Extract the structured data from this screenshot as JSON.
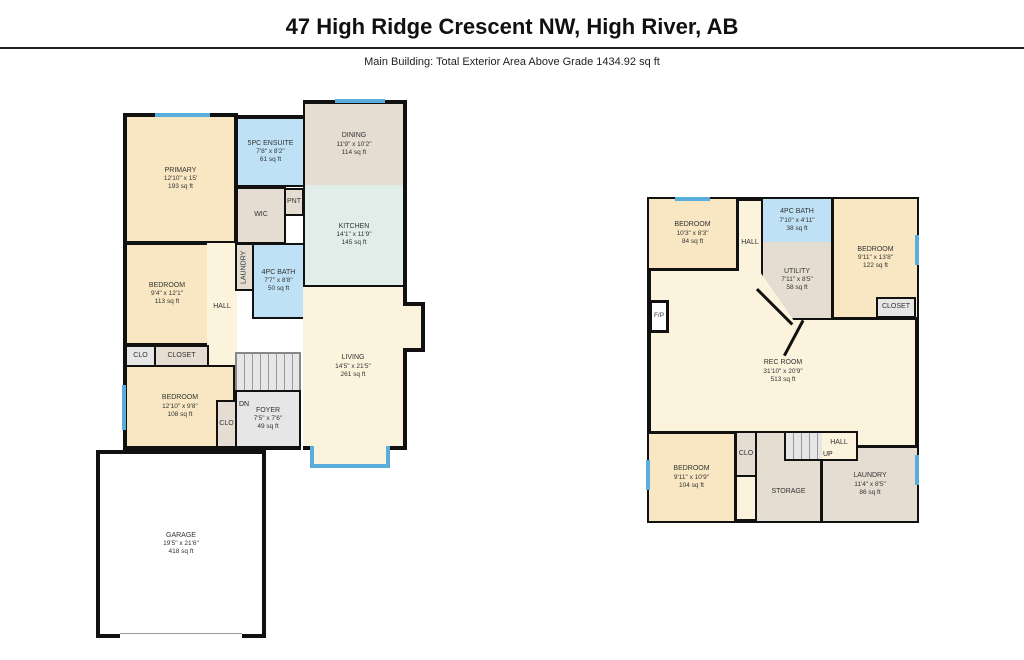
{
  "title": "47 High Ridge Crescent NW, High River, AB",
  "subtitle": "Main Building: Total Exterior Area Above Grade 1434.92 sq ft",
  "main_floor": {
    "primary": {
      "name": "PRIMARY",
      "dims": "12'10\" x 15'",
      "area": "193 sq ft"
    },
    "ensuite": {
      "name": "5PC ENSUITE",
      "dims": "7'8\" x 8'2\"",
      "area": "61 sq ft"
    },
    "dining": {
      "name": "DINING",
      "dims": "11'9\" x 10'2\"",
      "area": "114 sq ft"
    },
    "kitchen": {
      "name": "KITCHEN",
      "dims": "14'1\" x 11'9\"",
      "area": "145 sq ft"
    },
    "wic": {
      "name": "WIC"
    },
    "pnt": {
      "name": "PNT"
    },
    "bedroom1": {
      "name": "BEDROOM",
      "dims": "9'4\" x 12'1\"",
      "area": "113 sq ft"
    },
    "laundry": {
      "name": "LAUNDRY"
    },
    "bath": {
      "name": "4PC BATH",
      "dims": "7'7\" x 8'8\"",
      "area": "50 sq ft"
    },
    "hall": {
      "name": "HALL"
    },
    "living": {
      "name": "LIVING",
      "dims": "14'5\" x 21'5\"",
      "area": "261 sq ft"
    },
    "clo1": {
      "name": "CLO"
    },
    "closet": {
      "name": "CLOSET"
    },
    "bedroom2": {
      "name": "BEDROOM",
      "dims": "12'10\" x 9'8\"",
      "area": "108 sq ft"
    },
    "dn": "DN",
    "foyer": {
      "name": "FOYER",
      "dims": "7'5\" x 7'6\"",
      "area": "49 sq ft"
    },
    "clo2": {
      "name": "CLO"
    },
    "garage": {
      "name": "GARAGE",
      "dims": "19'5\" x 21'6\"",
      "area": "418 sq ft"
    }
  },
  "basement": {
    "bedroom1": {
      "name": "BEDROOM",
      "dims": "10'3\" x 8'3\"",
      "area": "84 sq ft"
    },
    "hall1": {
      "name": "HALL"
    },
    "bath": {
      "name": "4PC BATH",
      "dims": "7'10\" x 4'11\"",
      "area": "38 sq ft"
    },
    "utility": {
      "name": "UTILITY",
      "dims": "7'11\" x 8'5\"",
      "area": "58 sq ft"
    },
    "bedroom2": {
      "name": "BEDROOM",
      "dims": "9'11\" x 13'8\"",
      "area": "122 sq ft"
    },
    "closet": {
      "name": "CLOSET"
    },
    "fp": {
      "name": "F/P"
    },
    "rec": {
      "name": "REC ROOM",
      "dims": "31'10\" x 20'9\"",
      "area": "513 sq ft"
    },
    "bedroom3": {
      "name": "BEDROOM",
      "dims": "9'11\" x 10'9\"",
      "area": "104 sq ft"
    },
    "clo": {
      "name": "CLO"
    },
    "storage": {
      "name": "STORAGE"
    },
    "up": "UP",
    "hall2": {
      "name": "HALL"
    },
    "laundry": {
      "name": "LAUNDRY",
      "dims": "11'4\" x 8'5\"",
      "area": "86 sq ft"
    }
  }
}
